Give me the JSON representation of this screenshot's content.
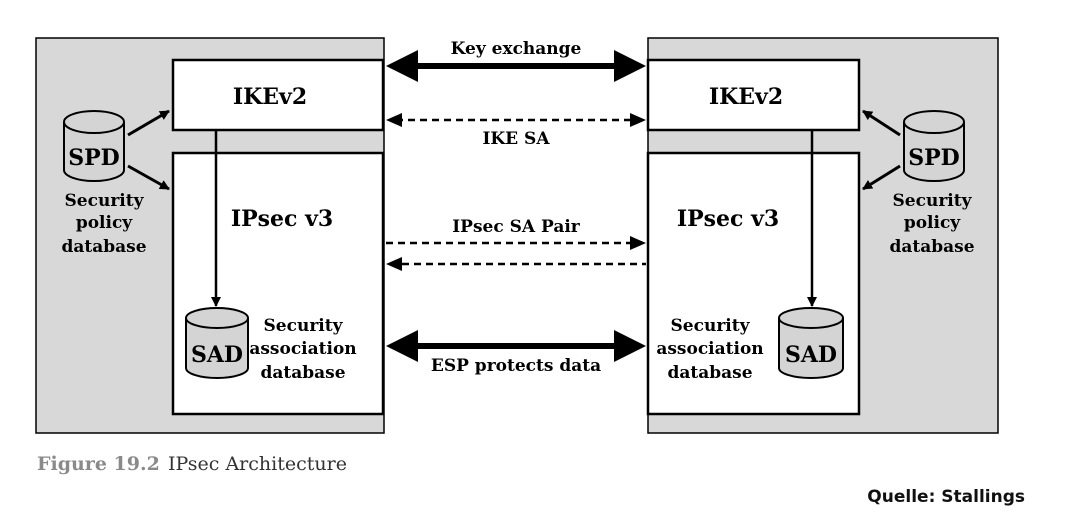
{
  "left_host": {
    "ike_label": "IKEv2",
    "ipsec_label": "IPsec v3",
    "spd": {
      "abbr": "SPD",
      "caption_lines": [
        "Security",
        "policy",
        "database"
      ]
    },
    "sad": {
      "abbr": "SAD",
      "caption_lines": [
        "Security",
        "association",
        "database"
      ]
    }
  },
  "right_host": {
    "ike_label": "IKEv2",
    "ipsec_label": "IPsec v3",
    "spd": {
      "abbr": "SPD",
      "caption_lines": [
        "Security",
        "policy",
        "database"
      ]
    },
    "sad": {
      "abbr": "SAD",
      "caption_lines": [
        "Security",
        "association",
        "database"
      ]
    }
  },
  "links": {
    "key_exchange": "Key exchange",
    "ike_sa": "IKE SA",
    "ipsec_sa_pair": "IPsec SA Pair",
    "esp": "ESP protects data"
  },
  "figure": {
    "number": "Figure 19.2",
    "title": "IPsec Architecture"
  },
  "source": "Quelle: Stallings",
  "colors": {
    "host_fill": "#d8d8d8",
    "box_fill": "#ffffff",
    "cylinder_fill": "#d4d4d4",
    "stroke": "#000000"
  }
}
